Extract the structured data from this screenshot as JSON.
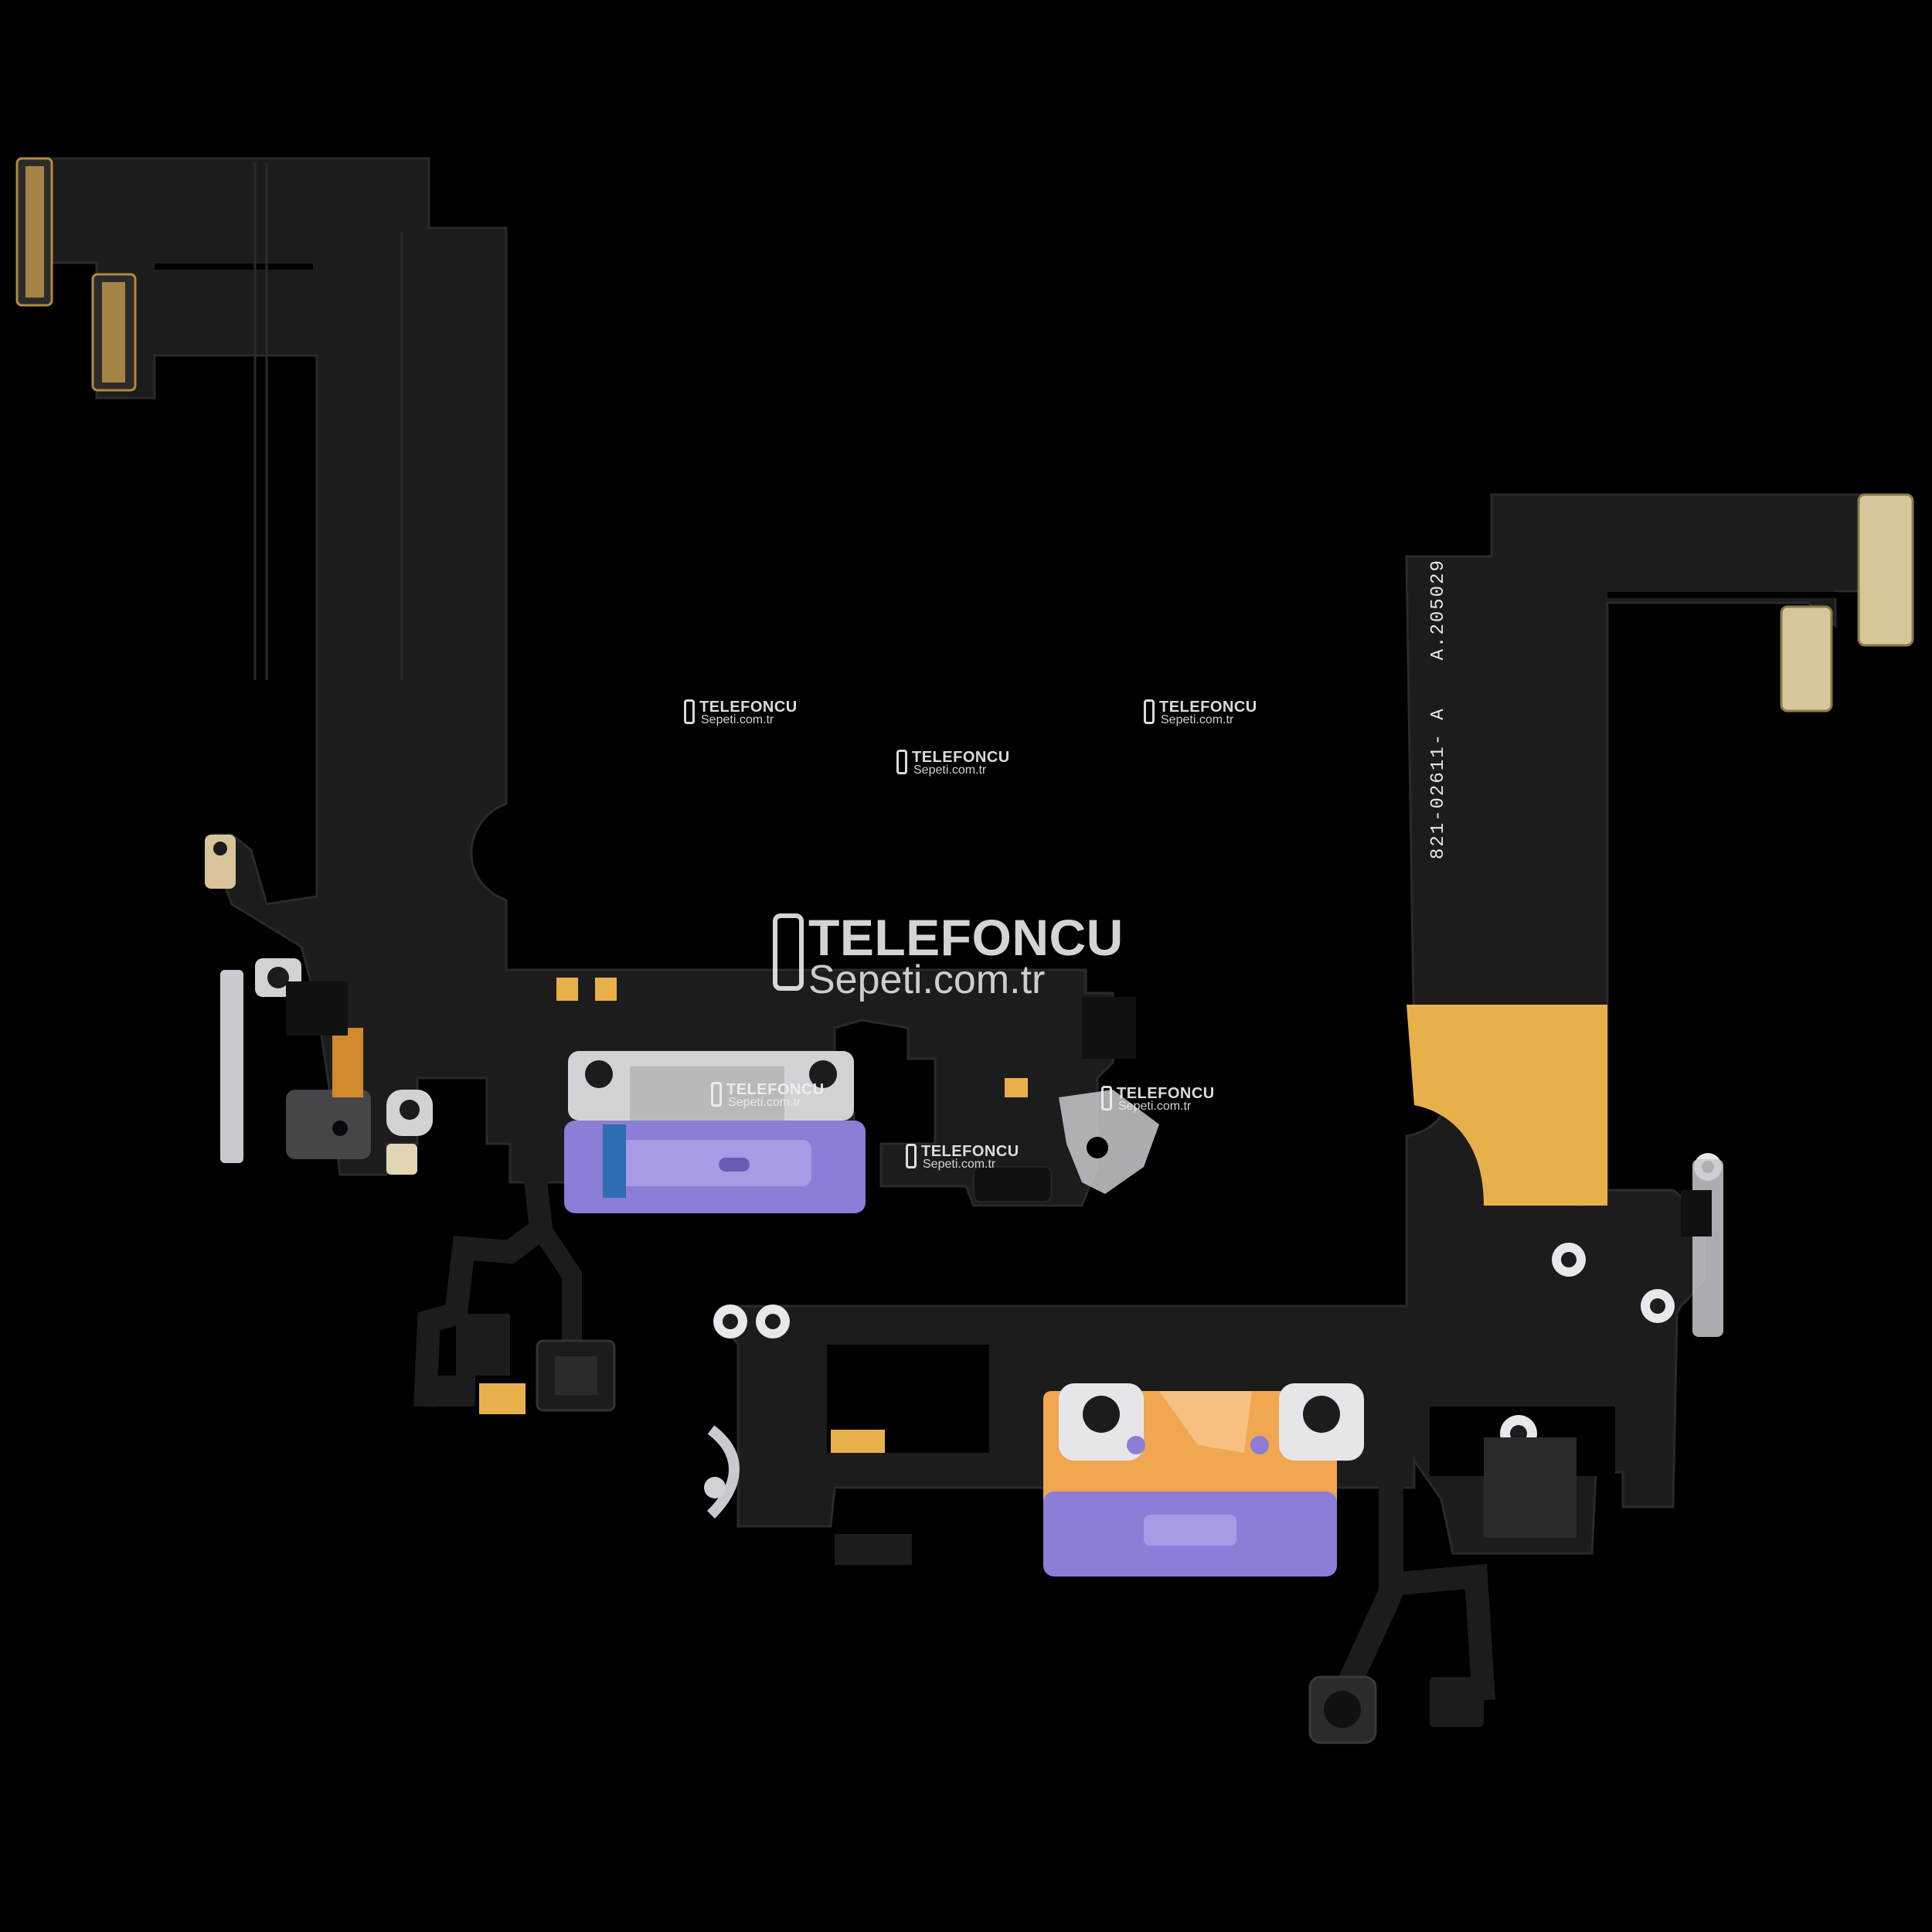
{
  "image": {
    "background": "#000000",
    "flex_color": "#1c1c1d",
    "stiffener_color": "#e8b04a",
    "connector_color": "#8c7dd6",
    "bracket_color": "#c9c9cf"
  },
  "watermarks": {
    "brand_line1": "TELEFONCU",
    "brand_line2": "Sepeti.com.tr",
    "icon": "phone-logo-icon"
  },
  "part_label": {
    "number": "821-02611- A",
    "code": "A.205029"
  }
}
